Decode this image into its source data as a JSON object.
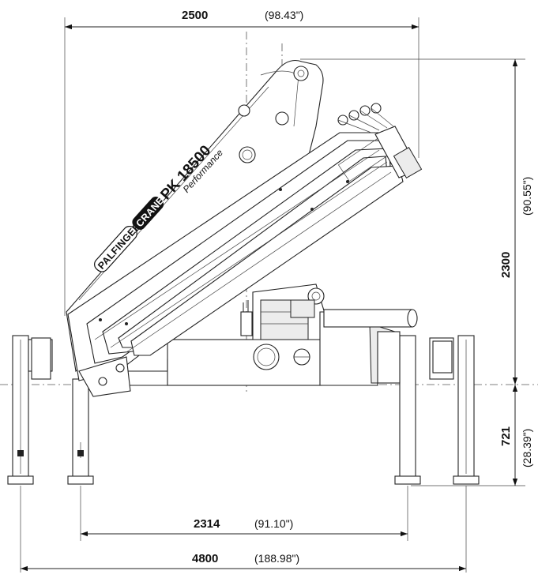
{
  "brand": {
    "maker": "PALFINGER",
    "product": "CRANE",
    "model": "PK 18500",
    "variant": "Performance"
  },
  "dimensions": {
    "top_width": {
      "mm": "2500",
      "inch": "(98.43\")"
    },
    "height_above": {
      "mm": "2300",
      "inch": "(90.55\")"
    },
    "height_below": {
      "mm": "721",
      "inch": "(28.39\")"
    },
    "inner_support": {
      "mm": "2314",
      "inch": "(91.10\")"
    },
    "outer_support": {
      "mm": "4800",
      "inch": "(188.98\")"
    }
  }
}
